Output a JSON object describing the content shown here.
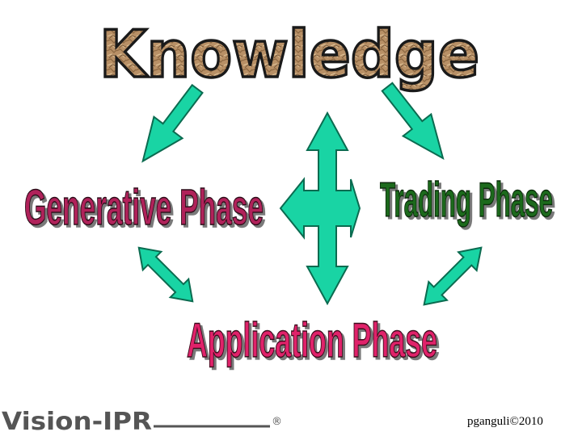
{
  "title": "Knowledge",
  "phases": {
    "generative": "Generative Phase",
    "trading": "Trading Phase",
    "application": "Application Phase"
  },
  "logo": {
    "text": "Vision-IPR",
    "mark": "®"
  },
  "credit": "pganguli©2010",
  "colors": {
    "arrow_fill": "#19d4a4",
    "arrow_stroke": "#0b6b50",
    "generative": "#b0205a",
    "trading": "#1a6a1a",
    "application": "#e0206a",
    "knowledge_fill": "#b08a60",
    "knowledge_stroke": "#1a1a1a"
  },
  "icons": [
    "down-arrow-icon",
    "four-way-arrow-icon",
    "double-arrow-icon"
  ]
}
